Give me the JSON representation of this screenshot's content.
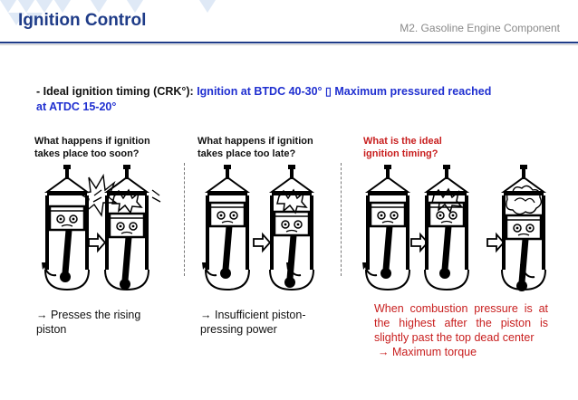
{
  "header": {
    "title": "Ignition Control",
    "subtitle": "M2. Gasoline Engine Component"
  },
  "intro": {
    "lead": "- Ideal ignition timing (CRK°): ",
    "highlight1": "Ignition at BTDC 40-30° ▯",
    "gap": "  ",
    "highlight2": "Maximum pressured reached",
    "line2": "at ATDC 15-20°"
  },
  "columns": [
    {
      "question_line1": "What happens if ignition",
      "question_line2": "takes place too soon?",
      "note": "→ Presses the rising piston"
    },
    {
      "question_line1": "What happens if ignition",
      "question_line2": "takes place too late?",
      "note": "→ Insufficient piston-pressing power"
    },
    {
      "question_line1": "What is the ideal",
      "question_line2": "ignition timing?",
      "note": "When combustion pressure is at the highest after the piston is slightly past the top dead center",
      "note_line2": "→ Maximum torque"
    }
  ],
  "colors": {
    "title_blue": "#1f3c88",
    "highlight_blue": "#1f2fd0",
    "question_red": "#c81e1e"
  }
}
